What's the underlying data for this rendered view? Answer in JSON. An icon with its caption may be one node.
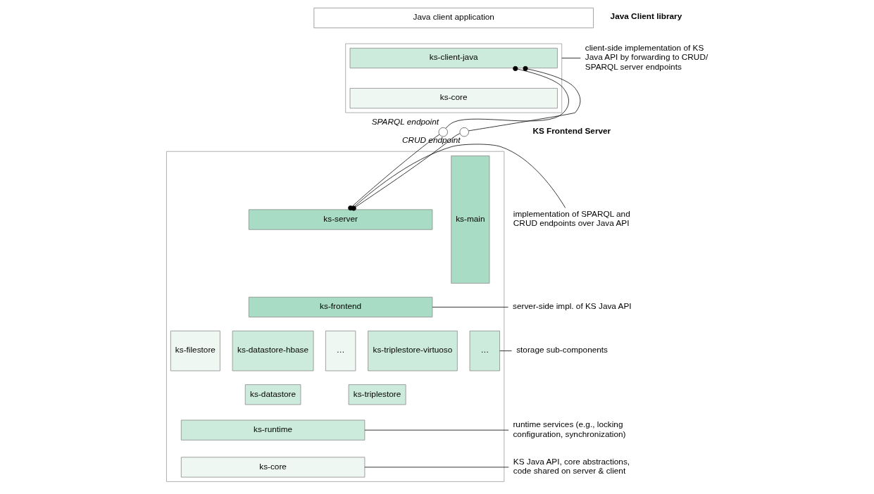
{
  "diagram": {
    "nodes": [
      {
        "text": [
          "Java client application"
        ]
      },
      {
        "text": [],
        "shape": "box"
      },
      {
        "text": [
          "ks-client-java"
        ],
        "in": 1
      },
      {
        "text": [
          "ks-core"
        ],
        "in": 1
      },
      {
        "text": [],
        "shape": "box"
      },
      {
        "text": [
          "ks-main"
        ],
        "in": 4
      },
      {
        "text": [
          "ks-server"
        ],
        "in": 4
      },
      {
        "text": [
          "ks-frontend"
        ],
        "in": 4
      },
      {
        "text": [
          "ks-filestore"
        ],
        "in": 4
      },
      {
        "text": [
          "ks-datastore-hbase"
        ],
        "in": 4
      },
      {
        "text": [
          "…"
        ],
        "in": 4
      },
      {
        "text": [
          "ks-datastore"
        ],
        "in": 4
      },
      {
        "text": [
          "ks-triplestore-virtuoso"
        ],
        "in": 4
      },
      {
        "text": [
          "…"
        ],
        "in": 4
      },
      {
        "text": [
          "ks-triplestore"
        ],
        "in": 4
      },
      {
        "text": [
          "ks-runtime"
        ],
        "in": 4
      },
      {
        "text": [
          "ks-core"
        ],
        "in": 4
      },
      {
        "text": [],
        "shape": "circle",
        "beside": [
          "SPARQL endpoint"
        ]
      },
      {
        "text": [],
        "shape": "circle",
        "beside": [
          "CRUD endpoint"
        ]
      },
      {
        "text": [
          "client-side implementation of KS Java API by forwarding to CRUD/ SPARQL server endpoints"
        ]
      },
      {
        "text": [
          "implementation of SPARQL and CRUD endpoints over Java API"
        ]
      },
      {
        "text": [
          "server-side impl. of KS Java API"
        ]
      },
      {
        "text": [
          "storage sub-components"
        ]
      },
      {
        "text": [
          "runtime services (e.g., locking configuration, synchronization)"
        ]
      },
      {
        "text": [
          "KS Java API, core abstractions, code shared on server & client"
        ]
      }
    ],
    "edges": [
      {
        "from": 2,
        "to": 17,
        "arrow": "other"
      },
      {
        "from": 2,
        "to": 18,
        "arrow": "other"
      },
      {
        "from": 6,
        "to": 17,
        "arrow": "other"
      },
      {
        "from": 6,
        "to": 18,
        "arrow": "other"
      },
      {
        "from": 19,
        "to": 1,
        "arrow": "none"
      },
      {
        "from": 20,
        "to": 6,
        "arrow": "none"
      },
      {
        "from": 21,
        "to": 7,
        "arrow": "none"
      },
      {
        "from": 22,
        "to": 13,
        "arrow": "none"
      },
      {
        "from": 23,
        "to": 15,
        "arrow": "none"
      },
      {
        "from": 24,
        "to": 16,
        "arrow": "none"
      }
    ],
    "labels": [
      "Java Client library",
      "KS Frontend Server"
    ]
  }
}
